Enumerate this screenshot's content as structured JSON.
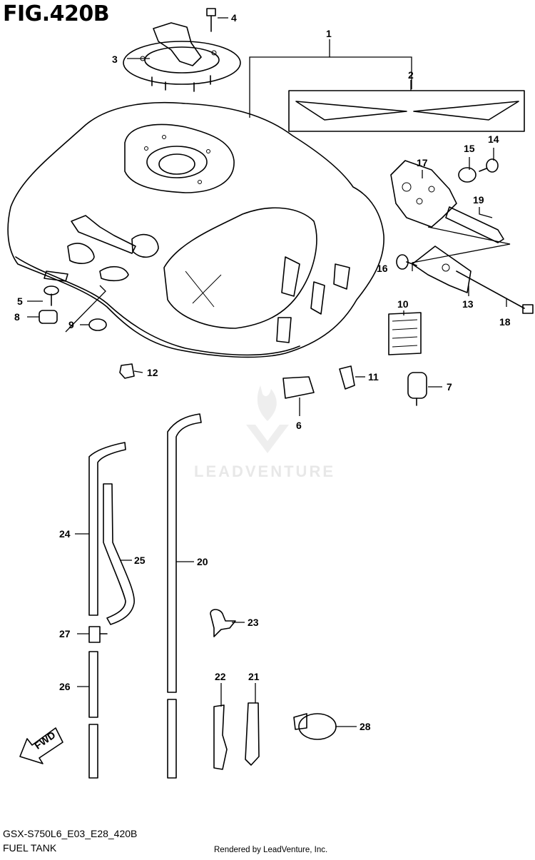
{
  "figure": {
    "title": "FIG.420B",
    "model_code": "GSX-S750L6_E03_E28_420B",
    "name": "FUEL TANK",
    "rendered_by": "Rendered by LeadVenture, Inc.",
    "watermark": "LEADVENTURE"
  },
  "callouts": [
    "1",
    "2",
    "3",
    "4",
    "5",
    "6",
    "7",
    "8",
    "9",
    "10",
    "11",
    "12",
    "13",
    "14",
    "15",
    "16",
    "17",
    "18",
    "19",
    "20",
    "21",
    "22",
    "23",
    "24",
    "25",
    "26",
    "27",
    "28"
  ],
  "direction_arrow": "FWD",
  "icons": {
    "watermark_logo": "leadventure-flame-logo",
    "fwd_arrow": "arrow-down-left-icon"
  }
}
